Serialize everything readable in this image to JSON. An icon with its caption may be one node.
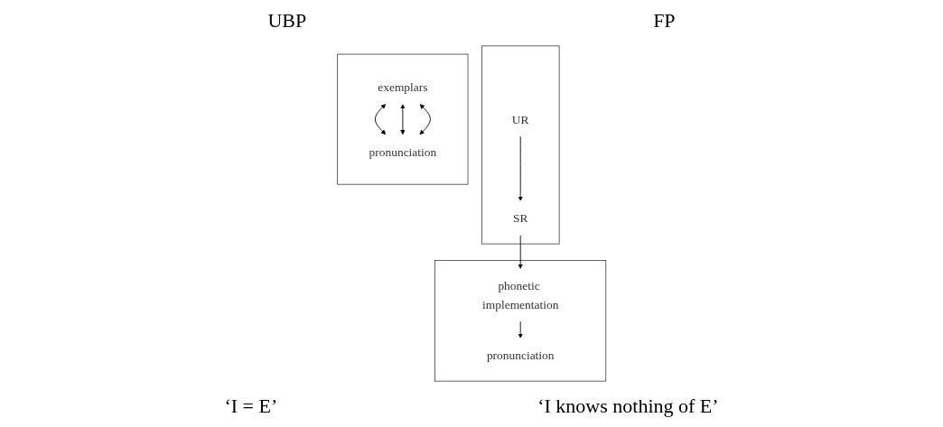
{
  "diagram": {
    "nodes": [
      {
        "text": [],
        "shape": "box"
      },
      {
        "text": [
          "exemplars"
        ],
        "in": 0
      },
      {
        "text": [
          "pronunciation"
        ],
        "in": 0
      },
      {
        "text": [],
        "shape": "box"
      },
      {
        "text": [
          "UR"
        ],
        "in": 3
      },
      {
        "text": [
          "SR"
        ],
        "in": 3
      },
      {
        "text": [],
        "shape": "box"
      },
      {
        "text": [
          "phonetic implementation"
        ],
        "in": 6
      },
      {
        "text": [
          "pronunciation"
        ],
        "in": 6
      }
    ],
    "edges": [
      {
        "from": 1,
        "to": 2,
        "arrow": "both"
      },
      {
        "from": 1,
        "to": 2,
        "arrow": "both"
      },
      {
        "from": 1,
        "to": 2,
        "arrow": "both"
      },
      {
        "from": 4,
        "to": 5,
        "arrow": "to"
      },
      {
        "from": 5,
        "to": 7,
        "arrow": "to"
      },
      {
        "from": 7,
        "to": 8,
        "arrow": "to"
      }
    ],
    "labels": [
      "UBP",
      "FP",
      "‘I = E’",
      "‘I knows nothing of E’"
    ]
  }
}
